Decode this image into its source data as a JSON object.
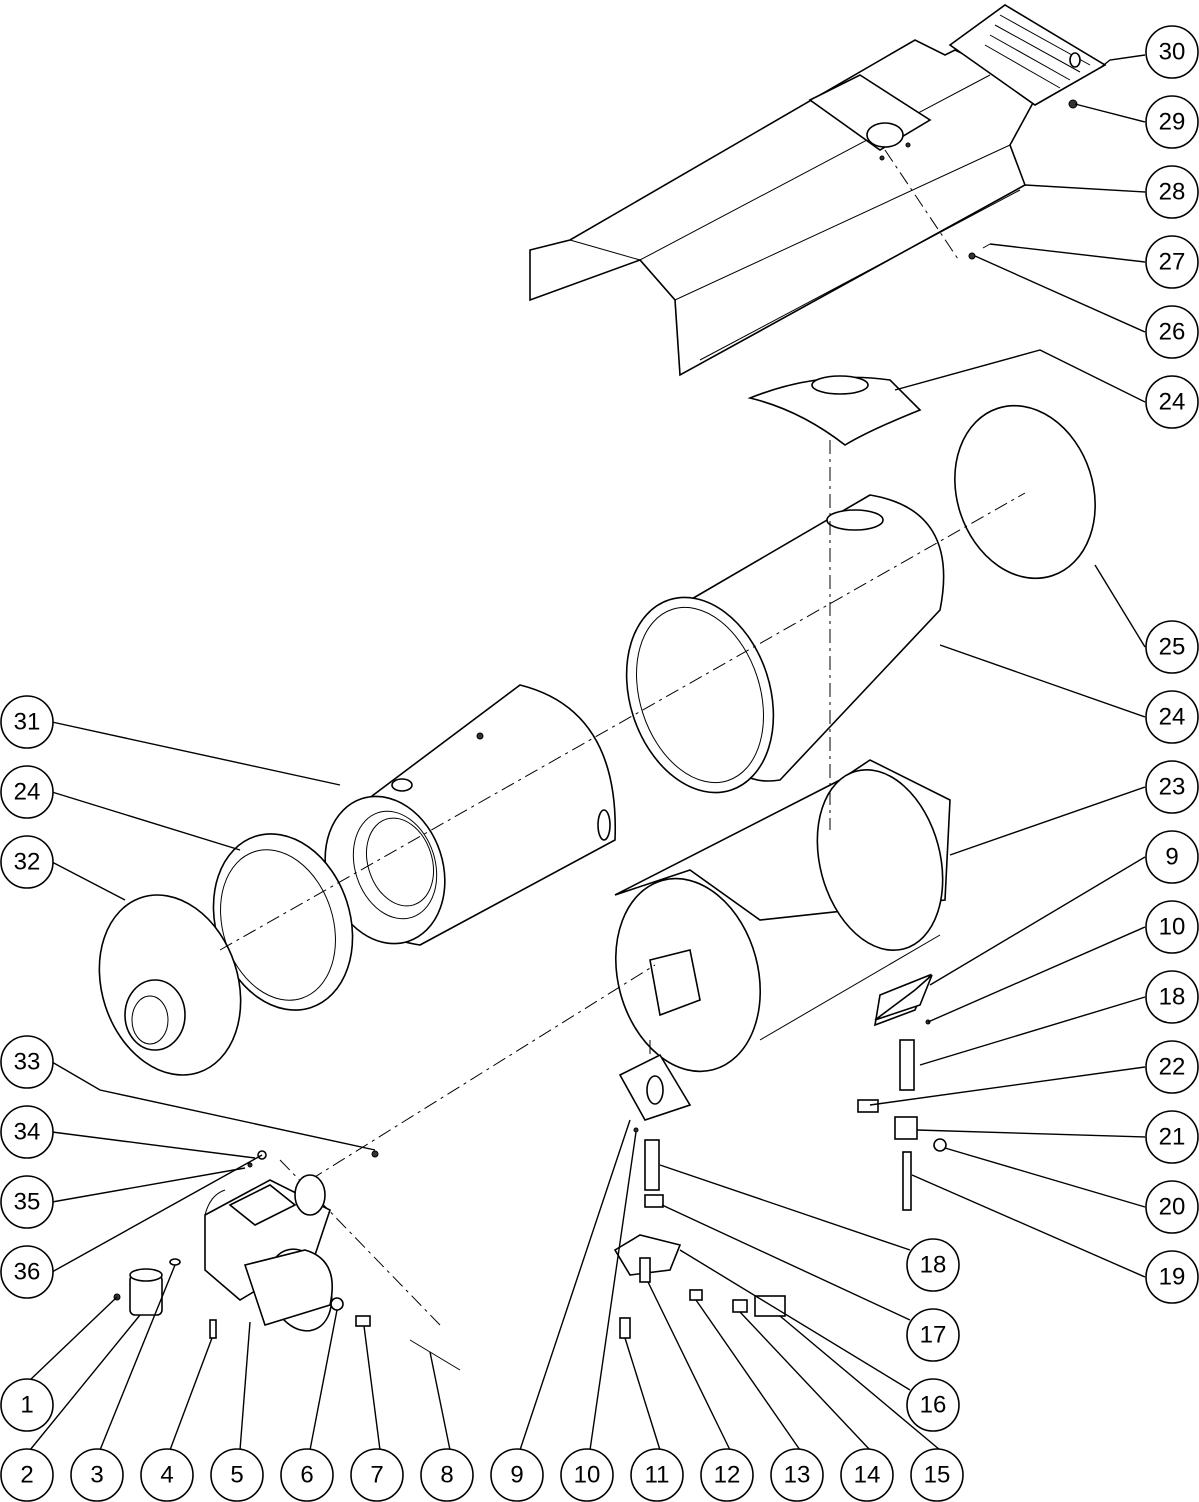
{
  "callouts": [
    {
      "label": "30"
    },
    {
      "label": "29"
    },
    {
      "label": "28"
    },
    {
      "label": "27"
    },
    {
      "label": "26"
    },
    {
      "label": "24"
    },
    {
      "label": "25"
    },
    {
      "label": "24"
    },
    {
      "label": "31"
    },
    {
      "label": "24"
    },
    {
      "label": "23"
    },
    {
      "label": "32"
    },
    {
      "label": "9"
    },
    {
      "label": "10"
    },
    {
      "label": "18"
    },
    {
      "label": "33"
    },
    {
      "label": "22"
    },
    {
      "label": "34"
    },
    {
      "label": "21"
    },
    {
      "label": "35"
    },
    {
      "label": "20"
    },
    {
      "label": "36"
    },
    {
      "label": "19"
    },
    {
      "label": "18"
    },
    {
      "label": "17"
    },
    {
      "label": "16"
    },
    {
      "label": "1"
    },
    {
      "label": "2"
    },
    {
      "label": "3"
    },
    {
      "label": "4"
    },
    {
      "label": "5"
    },
    {
      "label": "6"
    },
    {
      "label": "7"
    },
    {
      "label": "8"
    },
    {
      "label": "9"
    },
    {
      "label": "10"
    },
    {
      "label": "11"
    },
    {
      "label": "12"
    },
    {
      "label": "13"
    },
    {
      "label": "14"
    },
    {
      "label": "15"
    }
  ]
}
